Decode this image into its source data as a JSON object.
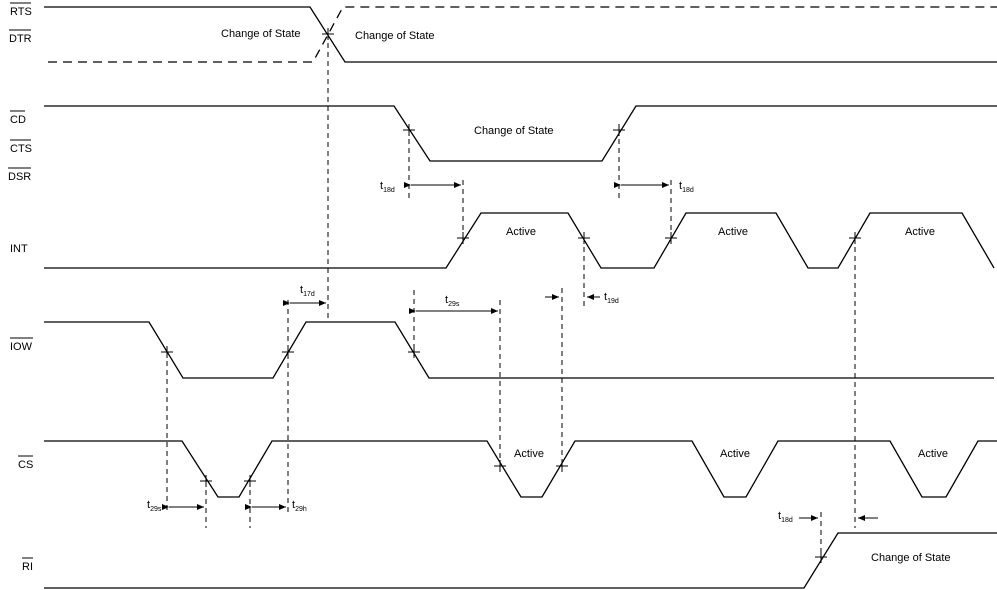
{
  "signals": {
    "rts": "RTS",
    "dtr": "DTR",
    "cd": "CD",
    "cts": "CTS",
    "dsr": "DSR",
    "int": "INT",
    "iow": "IOW",
    "cs": "CS",
    "ri": "RI"
  },
  "annotations": {
    "change_of_state": "Change of State",
    "active": "Active"
  },
  "timing": {
    "t": "t",
    "s18d": "18d",
    "s17d": "17d",
    "s19d": "19d",
    "s29s": "29s",
    "s29h": "29h"
  }
}
